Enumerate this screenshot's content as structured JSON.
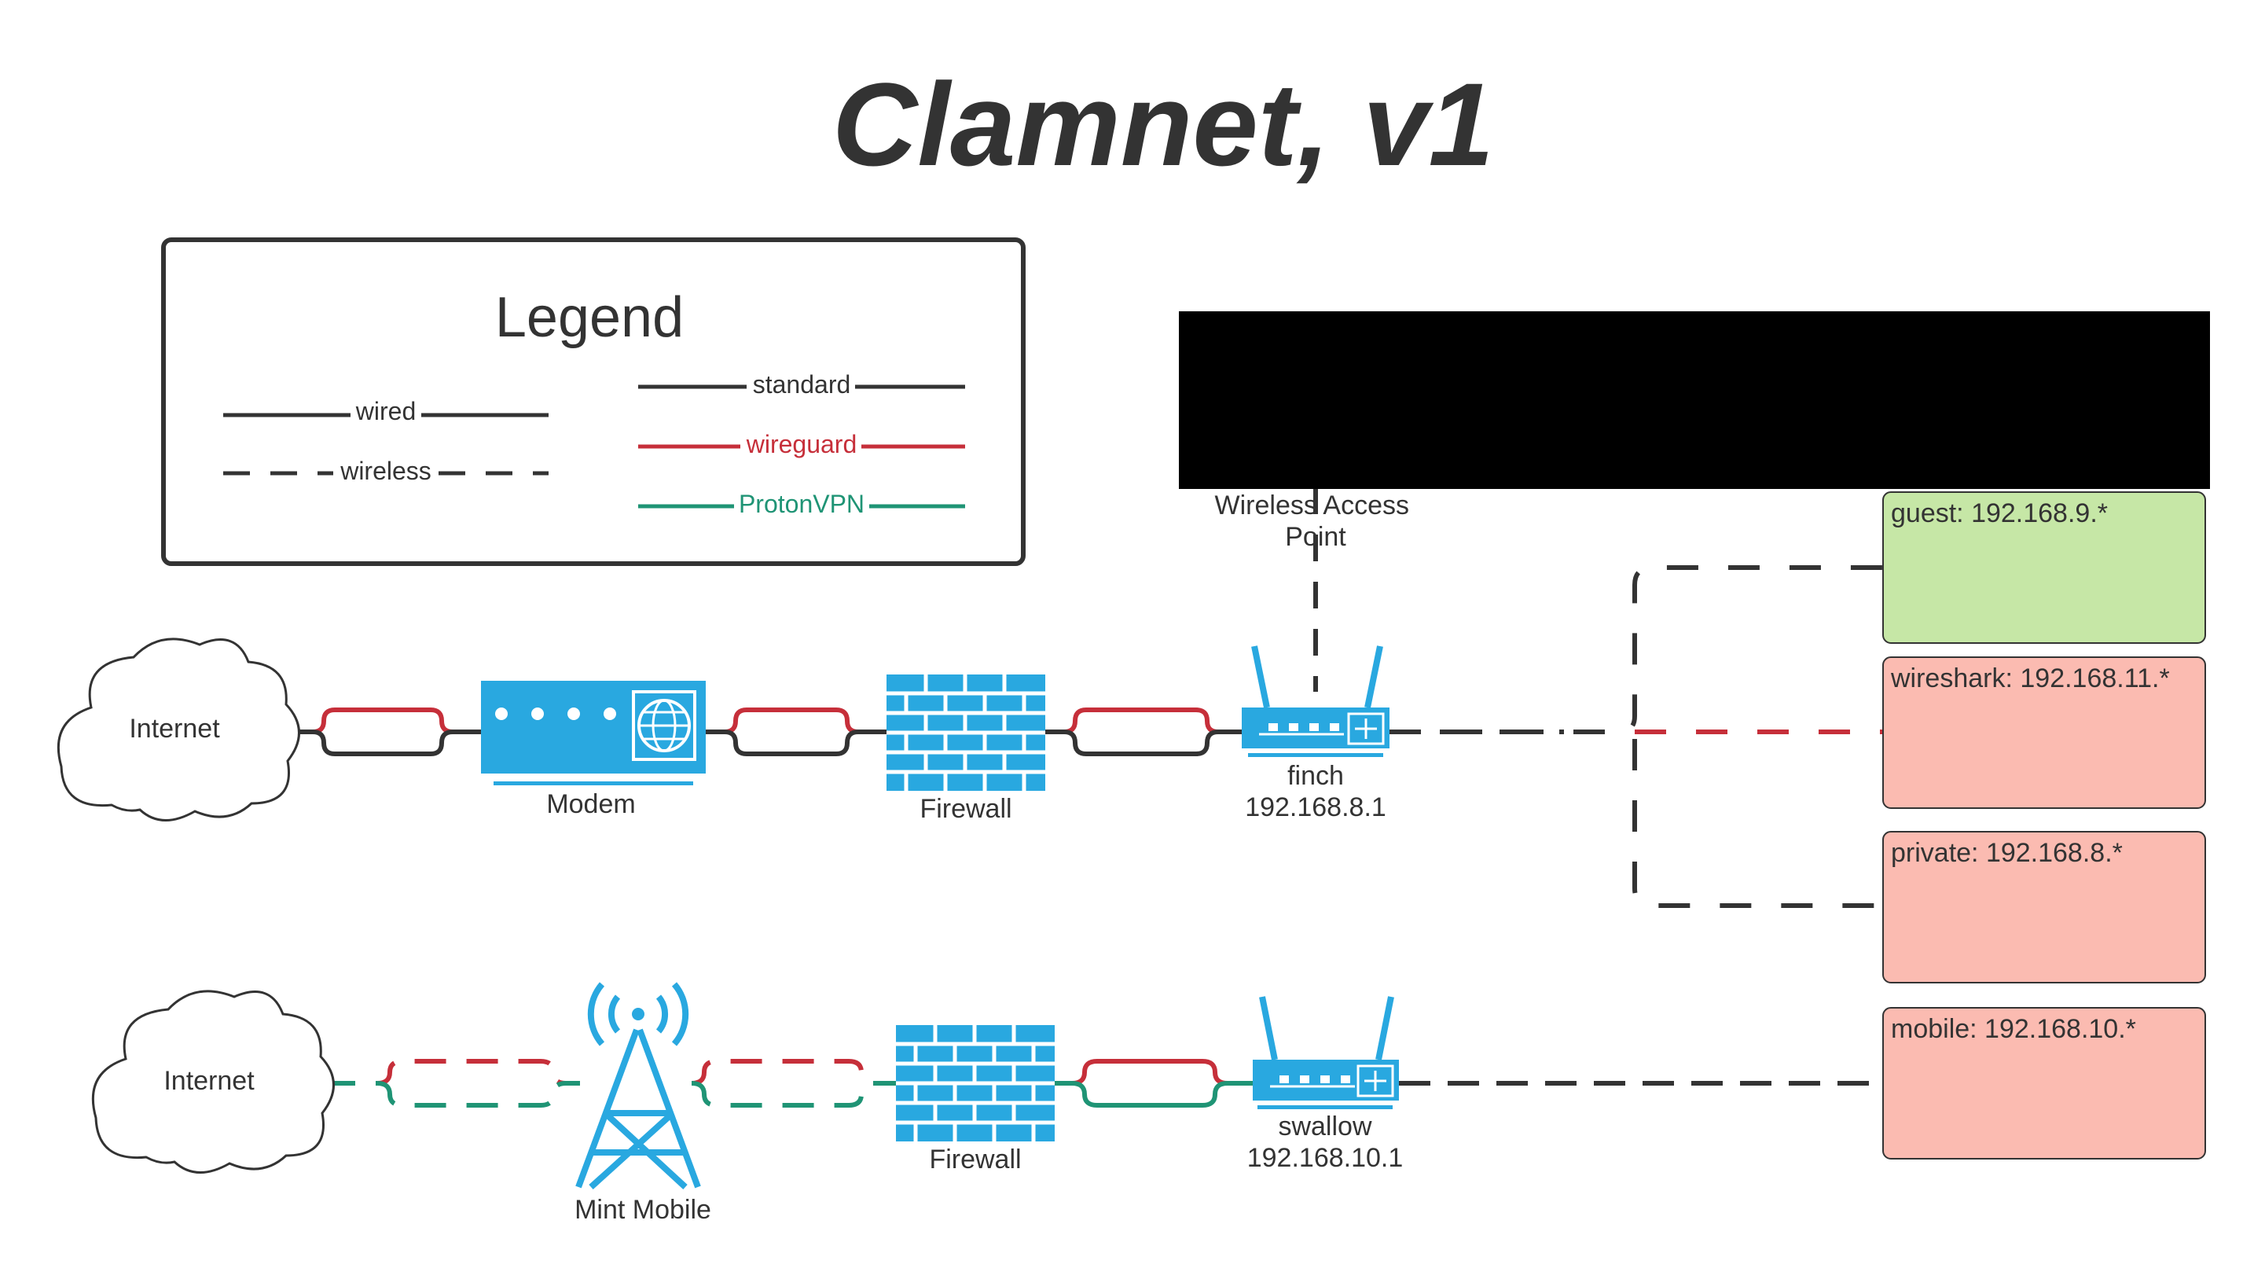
{
  "title": "Clamnet, v1",
  "colors": {
    "text": "#333333",
    "device": "#29a8e0",
    "wired": "#333333",
    "wireguard": "#c62f3a",
    "protonvpn": "#1f9475",
    "guest_fill": "#c6e7a6",
    "restricted_fill": "#fbbbb1"
  },
  "legend": {
    "title": "Legend",
    "wired": "wired",
    "wireless": "wireless",
    "standard": "standard",
    "wireguard": "wireguard",
    "protonvpn": "ProtonVPN"
  },
  "top_chain": {
    "internet": "Internet",
    "modem": "Modem",
    "firewall": "Firewall",
    "wap": "Wireless Access Point",
    "router_name": "finch",
    "router_ip": "192.168.8.1"
  },
  "bottom_chain": {
    "internet": "Internet",
    "tower": "Mint Mobile",
    "firewall": "Firewall",
    "router_name": "swallow",
    "router_ip": "192.168.10.1"
  },
  "networks": [
    {
      "label": "guest: 192.168.9.*",
      "kind": "guest"
    },
    {
      "label": "wireshark: 192.168.11.*",
      "kind": "restricted"
    },
    {
      "label": "private: 192.168.8.*",
      "kind": "restricted"
    },
    {
      "label": "mobile: 192.168.10.*",
      "kind": "restricted"
    }
  ],
  "icons": [
    "cloud-icon",
    "modem-icon",
    "firewall-icon",
    "router-icon",
    "cell-tower-icon"
  ]
}
